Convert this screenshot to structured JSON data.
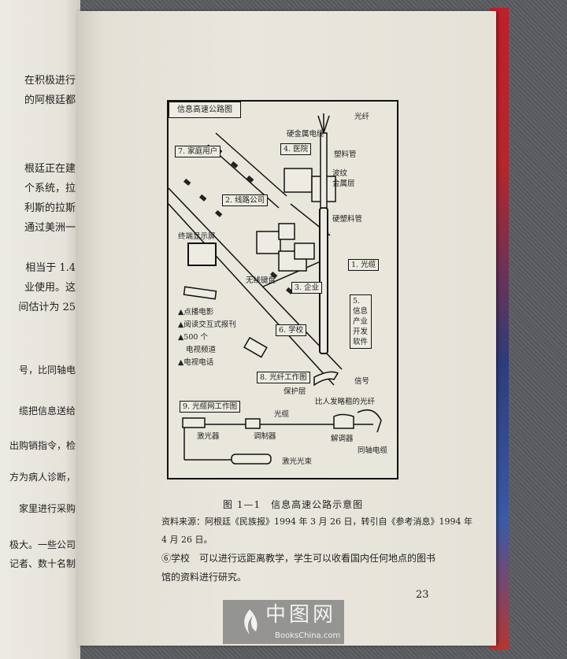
{
  "left_page_lines": [
    "在积极进行",
    "的阿根廷都",
    "根廷正在建",
    "个系统，拉",
    "利斯的拉斯",
    "通过美洲一",
    "相当于 1.4",
    "业使用。这",
    "间估计为 25",
    "号，比同轴电",
    "缆把信息送给",
    "出购销指令，检",
    "方为病人诊断，",
    "家里进行采购",
    "极大。一些公司",
    "记者、数十名制"
  ],
  "diagram": {
    "title": "信息高速公路图",
    "labels": {
      "fiber": "光纤",
      "hard_metal_cable": "硬金属电缆",
      "plastic_pipe": "塑料管",
      "corrugated_metal": "波纹\n金属层",
      "hard_plastic_pipe": "硬塑料管",
      "terminal_screen": "终端显示屏",
      "wireless_keyboard": "无线键盘",
      "protective_layer": "保护层",
      "signal": "信号",
      "thin_fiber": "比人发略粗的光纤",
      "cable": "光缆",
      "laser": "激光器",
      "modulator": "调制器",
      "demodulator": "解调器",
      "coax": "同轴电缆",
      "laser_beam": "激光光束"
    },
    "tags": {
      "t1": "1. 光缆",
      "t2": "2. 线路公司",
      "t3": "3. 企业",
      "t4": "4. 医院",
      "t5": "5. 信息产业开发软件",
      "t6": "6. 学校",
      "t7": "7. 家庭用户",
      "t8": "8. 光纤工作图",
      "t9": "9. 光缆网工作图"
    },
    "services": [
      "▲点播电影",
      "▲阅读交互式报刊",
      "▲500 个",
      "电视频道",
      "▲电视电话"
    ]
  },
  "caption": "图 1—1　信息高速公路示意图",
  "source_line1": "资料来源：阿根廷《民族报》1994 年 3 月 26 日，转引自《参考消息》1994 年",
  "source_line2": "4 月 26 日。",
  "para_line1": "⑥学校　可以进行远距离教学，学生可以收看国内任何地点的图书",
  "para_line2": "馆的资料进行研究。",
  "page_number": "23",
  "watermark": {
    "cn": "中图网",
    "en": "BooksChina.com"
  }
}
